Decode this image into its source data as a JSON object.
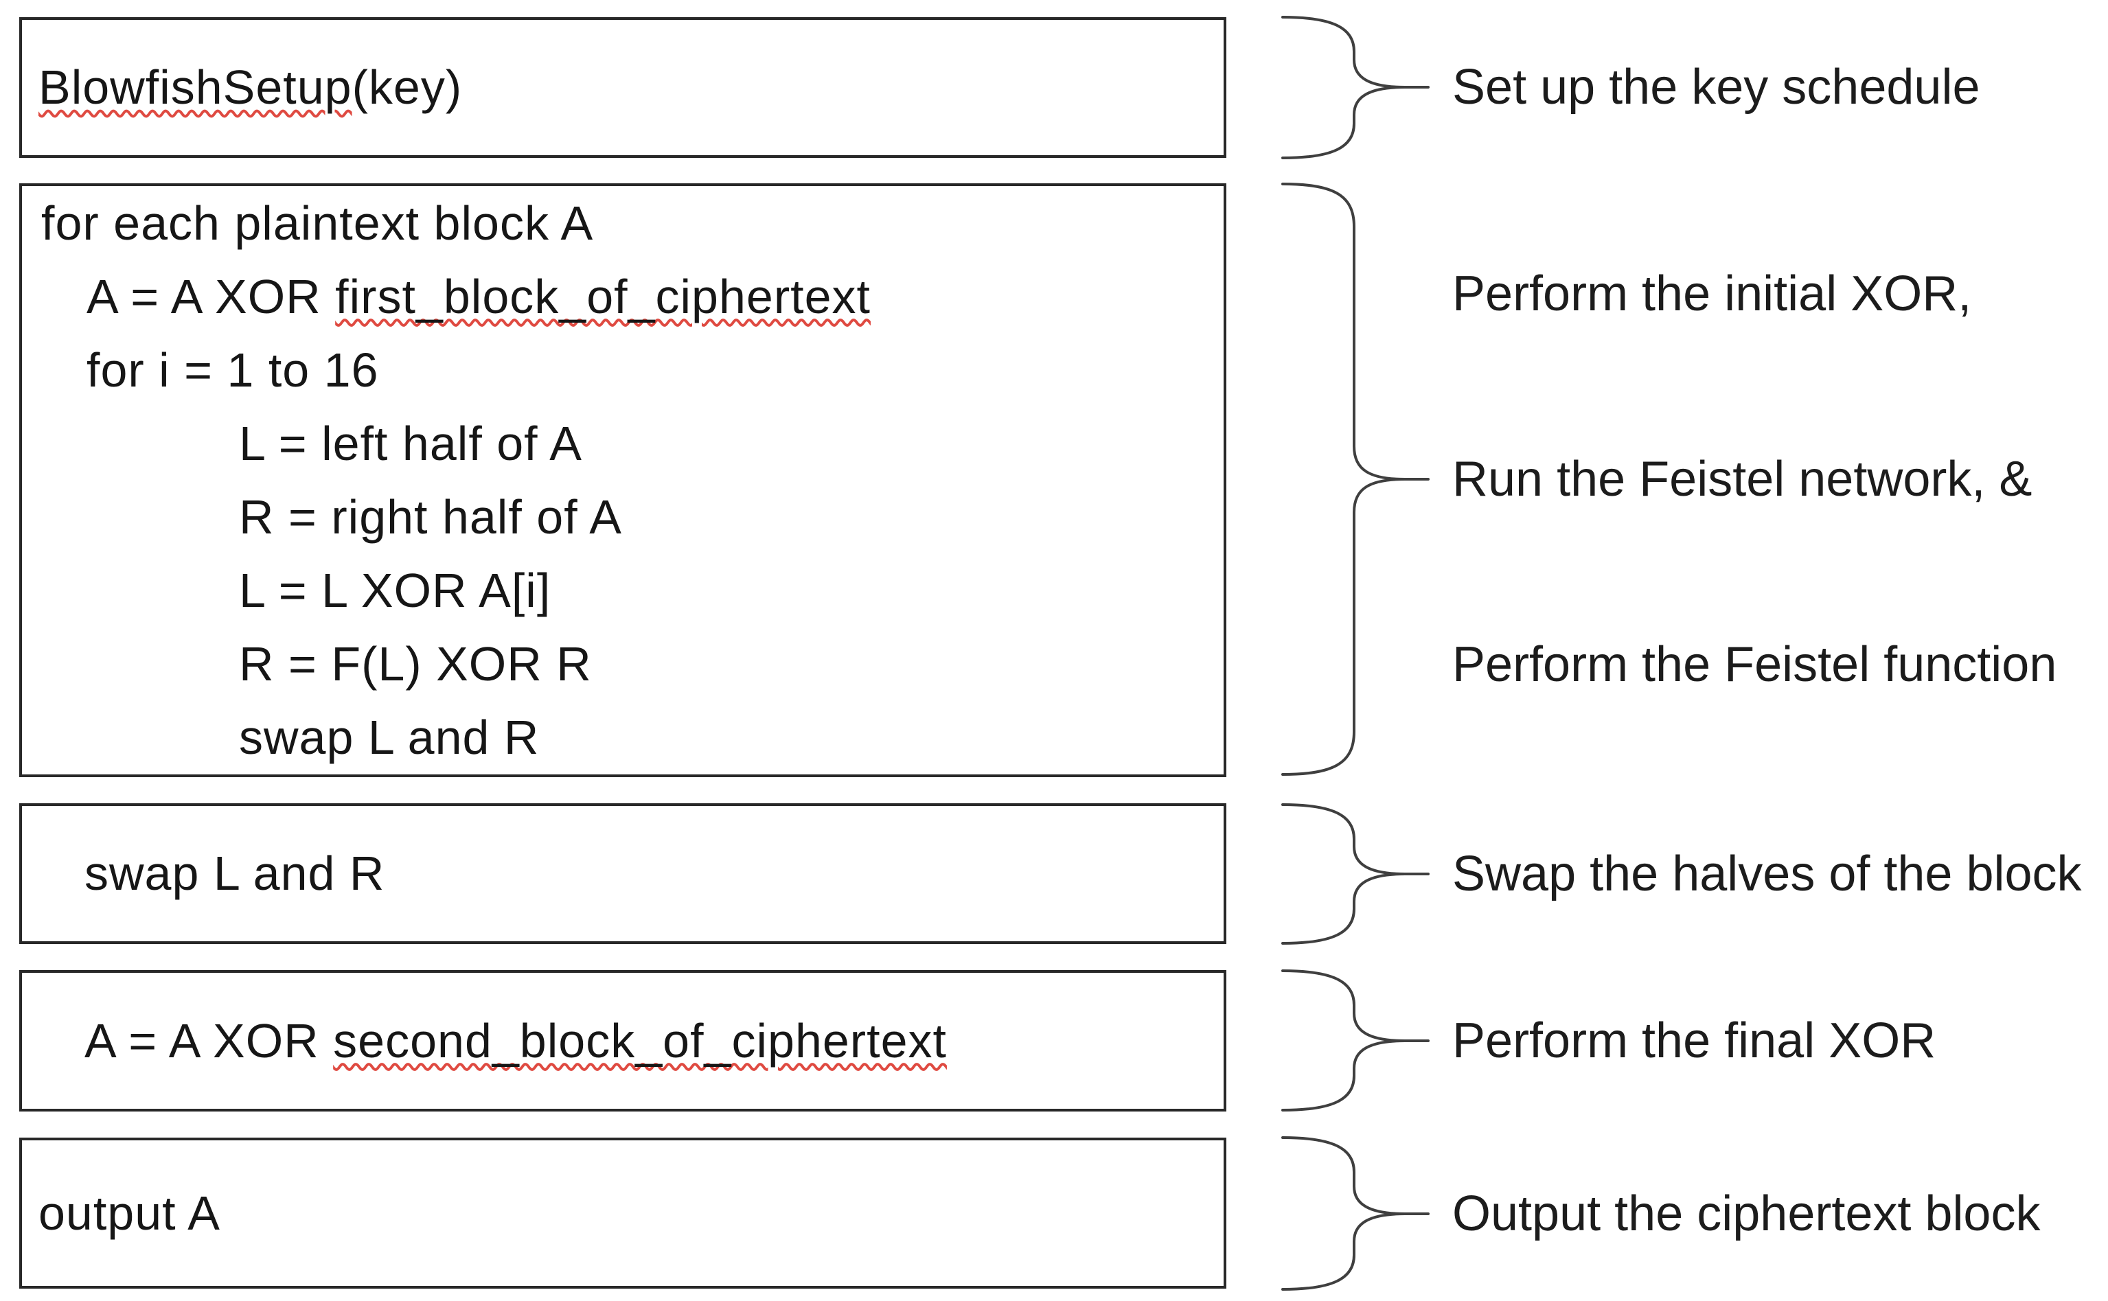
{
  "colors": {
    "background": "#ffffff",
    "box_border": "#282828",
    "text": "#161616",
    "brace": "#3f3f3f",
    "squiggle_red": "#df4a41"
  },
  "boxes": {
    "setup": {
      "word": "BlowfishSetup",
      "post": "(key)"
    },
    "main_loop": {
      "line1": "for each plaintext block A",
      "line2_pre": "A = A XOR ",
      "line2_word": "first_block_of_ciphertext",
      "line3": "for i = 1 to 16",
      "line4": "L = left half of A",
      "line5": "R = right half of A",
      "line6": "L = L XOR A[i]",
      "line7": "R = F(L) XOR R",
      "line8": "swap L and R"
    },
    "swap": {
      "text": "swap L and R"
    },
    "final_xor": {
      "pre": "A = A XOR ",
      "word": "second_block_of_ciphertext"
    },
    "output": {
      "text": "output A"
    }
  },
  "annotations": {
    "key_schedule": "Set up the key schedule",
    "feistel_1": "Perform the initial XOR,",
    "feistel_2": "Run the Feistel network, &",
    "feistel_3": "Perform the Feistel function",
    "swap_halves": "Swap the halves of the block",
    "final_xor": "Perform the final XOR",
    "output": "Output the ciphertext block"
  }
}
